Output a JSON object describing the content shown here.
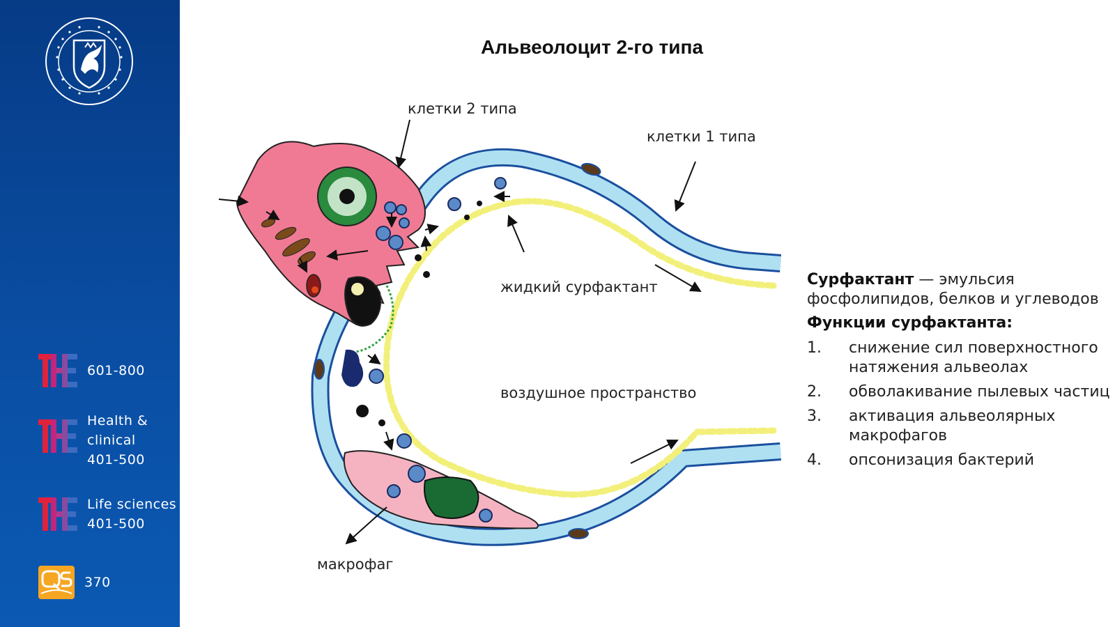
{
  "sidebar": {
    "rankings": [
      {
        "logo": "the-logo",
        "text": "601-800"
      },
      {
        "logo": "the-logo",
        "text": "Health &\nclinical\n401-500"
      },
      {
        "logo": "the-logo",
        "text": "Life sciences\n401-500"
      },
      {
        "logo": "qs-logo",
        "text": "370"
      }
    ]
  },
  "slide": {
    "title": "Альвеолоцит 2-го типа"
  },
  "diagram": {
    "labels": {
      "type2": "клетки 2 типа",
      "type1": "клетки 1 типа",
      "liquid_surfactant": "жидкий сурфактант",
      "air_space": "воздушное пространство",
      "macrophage": "макрофаг"
    }
  },
  "surfactant": {
    "term": "Сурфактант",
    "definition": " — эмульсия фосфолипидов, белков и углеводов",
    "functions_title": "Функции сурфактанта:",
    "functions": [
      {
        "num": "1.",
        "text": "снижение сил поверхностного натяжения альвеолах"
      },
      {
        "num": "2.",
        "text": "обволакивание пылевых частиц"
      },
      {
        "num": "3.",
        "text": "активация альвеолярных макрофагов"
      },
      {
        "num": "4.",
        "text": "опсонизация бактерий"
      }
    ]
  },
  "colors": {
    "sidebar": "#0a4ea3",
    "membrane": "#aee0f2",
    "membrane_edge": "#1a4f9e",
    "type2_cell": "#f07a93",
    "macrophage": "#f5b3c2",
    "surfactant_head": "#f2f07a"
  }
}
